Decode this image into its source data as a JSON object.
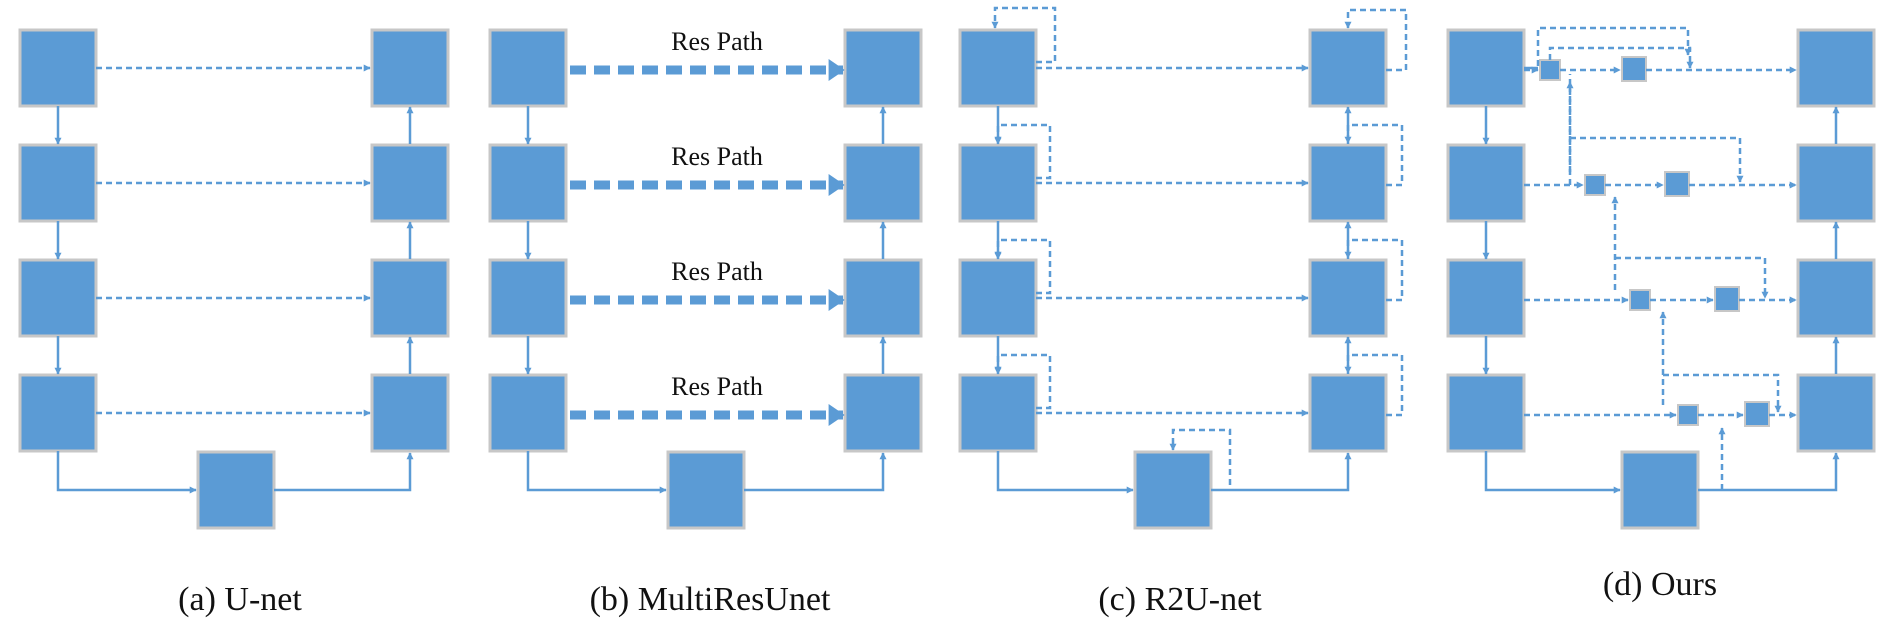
{
  "colors": {
    "block": "#5B9BD5",
    "block_border": "#C7C7C7",
    "arrow": "#5B9BD5"
  },
  "panels": [
    {
      "id": "a",
      "caption": "(a) U-net"
    },
    {
      "id": "b",
      "caption": "(b) MultiResUnet",
      "path_label": "Res Path"
    },
    {
      "id": "c",
      "caption": "(c) R2U-net"
    },
    {
      "id": "d",
      "caption": "(d) Ours"
    }
  ]
}
